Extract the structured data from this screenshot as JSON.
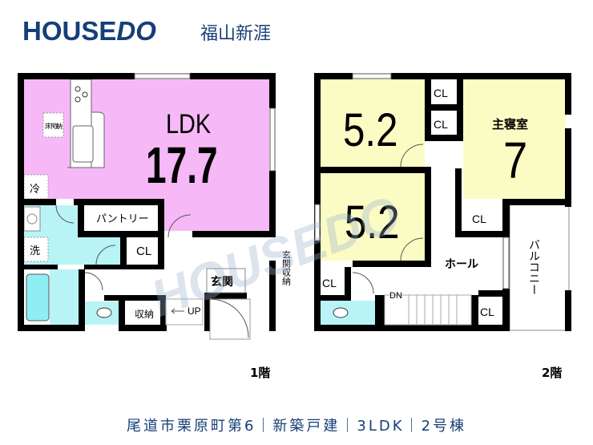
{
  "header": {
    "logo_main": "HOUSE",
    "logo_accent": "DO",
    "branch": "福山新涯"
  },
  "watermark": "HOUSEDO",
  "floor1": {
    "label": "1階",
    "ldk_label": "LDK",
    "ldk_size": "17.7",
    "underfloor_storage": "床下収納",
    "fridge": "冷",
    "pantry": "パントリー",
    "washer": "洗",
    "closet": "CL",
    "storage": "収納",
    "up": "UP",
    "entrance": "玄関",
    "entrance_storage": "玄関収納"
  },
  "floor2": {
    "label": "2階",
    "room1_size": "5.2",
    "room2_size": "5.2",
    "master_label": "主寝室",
    "master_size": "7",
    "closet": "CL",
    "hall": "ホール",
    "down": "DN",
    "balcony": "バルコニー"
  },
  "footer": "尾道市栗原町第6｜新築戸建｜3LDK｜2号棟",
  "colors": {
    "brand": "#163f78",
    "ldk": "#f6b8f6",
    "bedroom": "#fbfbc4",
    "wet": "#b8f4f6"
  }
}
